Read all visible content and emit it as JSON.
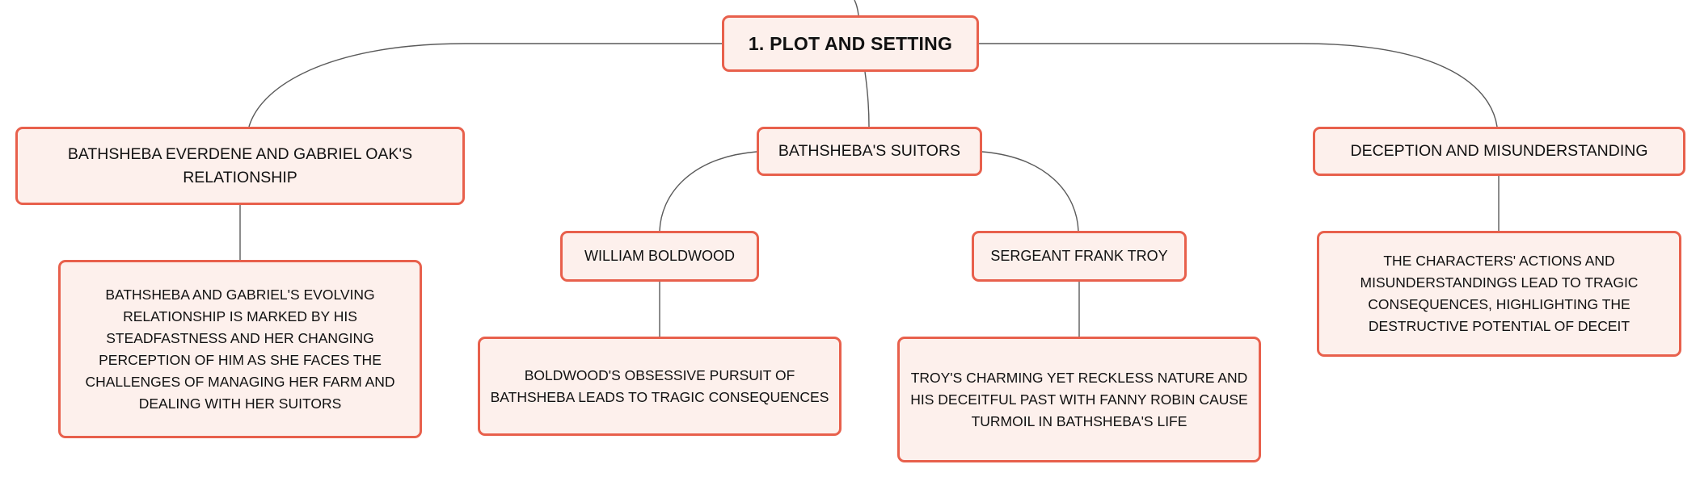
{
  "root": {
    "label": "1. PLOT AND SETTING"
  },
  "topics": [
    {
      "label": "BATHSHEBA EVERDENE AND GABRIEL OAK'S RELATIONSHIP",
      "detail": "BATHSHEBA AND GABRIEL'S EVOLVING RELATIONSHIP IS MARKED BY HIS STEADFASTNESS AND HER CHANGING PERCEPTION OF HIM AS SHE FACES THE CHALLENGES OF MANAGING HER FARM AND DEALING WITH HER SUITORS"
    },
    {
      "label": "BATHSHEBA'S SUITORS",
      "subtopics": [
        {
          "label": "WILLIAM BOLDWOOD",
          "detail": "BOLDWOOD'S OBSESSIVE PURSUIT OF BATHSHEBA LEADS TO TRAGIC CONSEQUENCES"
        },
        {
          "label": "SERGEANT FRANK TROY",
          "detail": "TROY'S CHARMING YET RECKLESS NATURE AND HIS DECEITFUL PAST WITH FANNY ROBIN CAUSE TURMOIL IN BATHSHEBA'S LIFE"
        }
      ]
    },
    {
      "label": "DECEPTION AND MISUNDERSTANDING",
      "detail": "THE CHARACTERS' ACTIONS AND MISUNDERSTANDINGS LEAD TO TRAGIC CONSEQUENCES, HIGHLIGHTING THE DESTRUCTIVE POTENTIAL OF DECEIT"
    }
  ],
  "colors": {
    "node_border": "#e8604c",
    "node_fill": "#fdf0ec",
    "connector": "#5a5a5a",
    "text": "#111111"
  }
}
